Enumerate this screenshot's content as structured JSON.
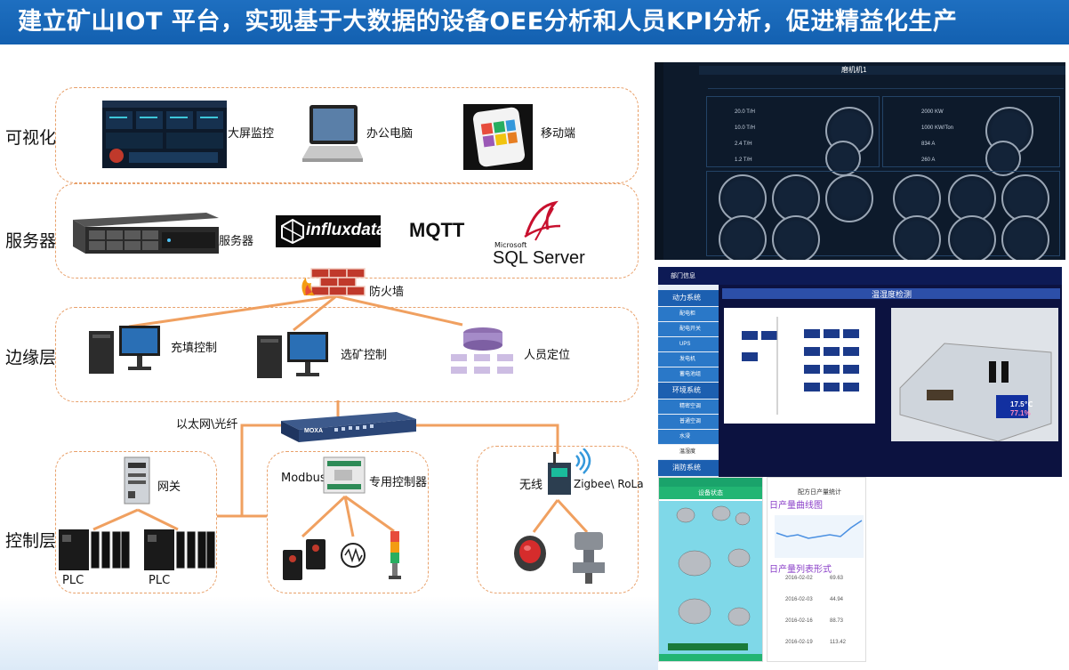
{
  "title": "建立矿山IOT 平台，实现基于大数据的设备OEE分析和人员KPI分析，促进精益化生产",
  "layers": {
    "visual": "可视化",
    "server": "服务器",
    "edge": "边缘层",
    "control": "控制层"
  },
  "visual_items": {
    "screen": "大屏监控",
    "pc": "办公电脑",
    "mobile": "移动端"
  },
  "server_items": {
    "server": "服务器",
    "influx": "influxdata",
    "mqtt": "MQTT",
    "sql_top": "Microsoft",
    "sql": "SQL Server"
  },
  "firewall": "防火墙",
  "edge_items": {
    "fill": "充填控制",
    "ore": "选矿控制",
    "locate": "人员定位"
  },
  "switch_label": "以太网\\光纤",
  "switch_brand": "MOXA",
  "control_items": {
    "gateway": "网关",
    "plc1": "PLC",
    "plc2": "PLC",
    "modbus": "Modbus",
    "controller": "专用控制器",
    "wireless": "无线",
    "zigbee": "Zigbee\\ RoLa"
  },
  "screenshot_env": {
    "heading": "温湿度检测",
    "menu": [
      "部门信息",
      "动力系统",
      "配电柜",
      "配电开关",
      "UPS",
      "发电机",
      "蓄电池组",
      "环境系统",
      "精密空调",
      "普通空调",
      "水浸",
      "温湿度",
      "消防系统"
    ],
    "temp": "17.5℃",
    "humidity": "77.1%"
  },
  "screenshot_dashboard": {
    "title": "磨机机1",
    "left_panel": [
      "20.0 T/H",
      "10.0 T/H",
      "2.4 T/H",
      "1.2 T/H"
    ],
    "right_panel": [
      "2000 KW",
      "1000 KW/Ton",
      "834 A",
      "260 A"
    ]
  },
  "screenshot_mobile": {
    "left_title": "设备状态",
    "right_title": "配方日产量统计",
    "chart_title": "日产量曲线图",
    "list_title": "日产量列表形式",
    "rows": [
      {
        "date": "2016-02-02",
        "value": "69.63"
      },
      {
        "date": "2016-02-03",
        "value": "44.94"
      },
      {
        "date": "2016-02-16",
        "value": "88.73"
      },
      {
        "date": "2016-02-19",
        "value": "113.42"
      }
    ]
  }
}
